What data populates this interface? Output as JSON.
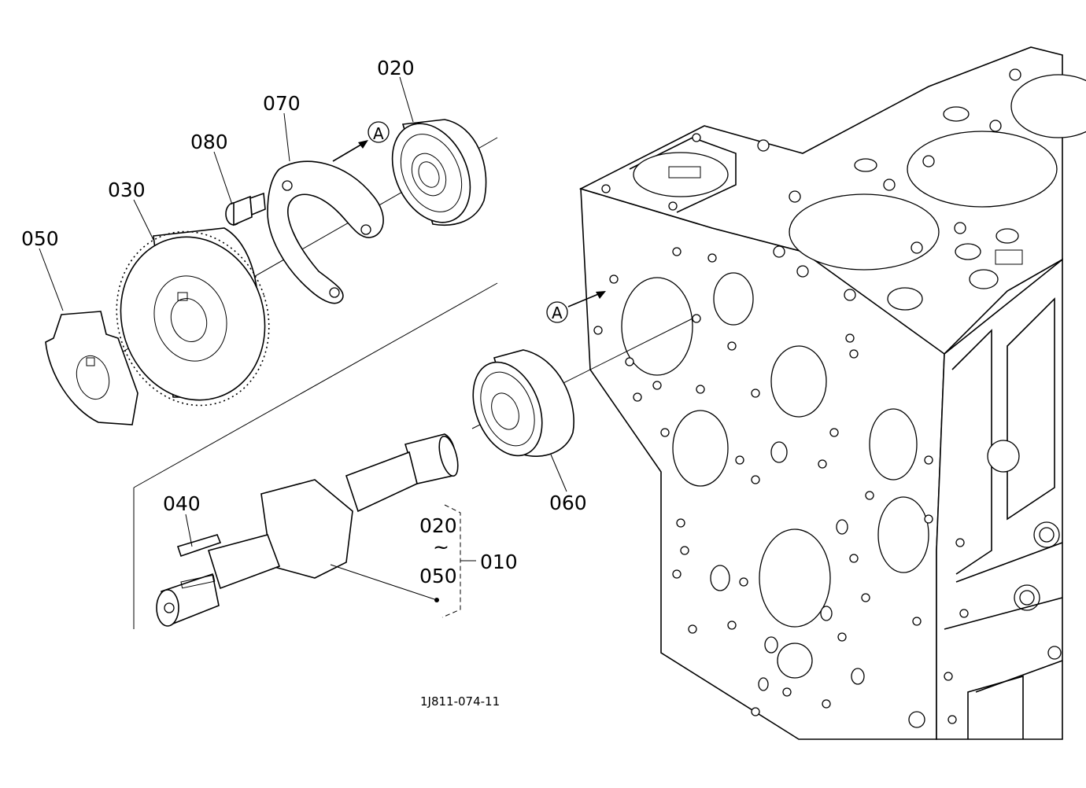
{
  "parts": {
    "p020": "020",
    "p070": "070",
    "p080": "080",
    "p030": "030",
    "p050": "050",
    "p040": "040",
    "p060": "060",
    "p010": "010",
    "range_from": "020",
    "range_sep": "~",
    "range_to": "050"
  },
  "reference_marker": "A",
  "drawing_code": "1J811-074-11"
}
